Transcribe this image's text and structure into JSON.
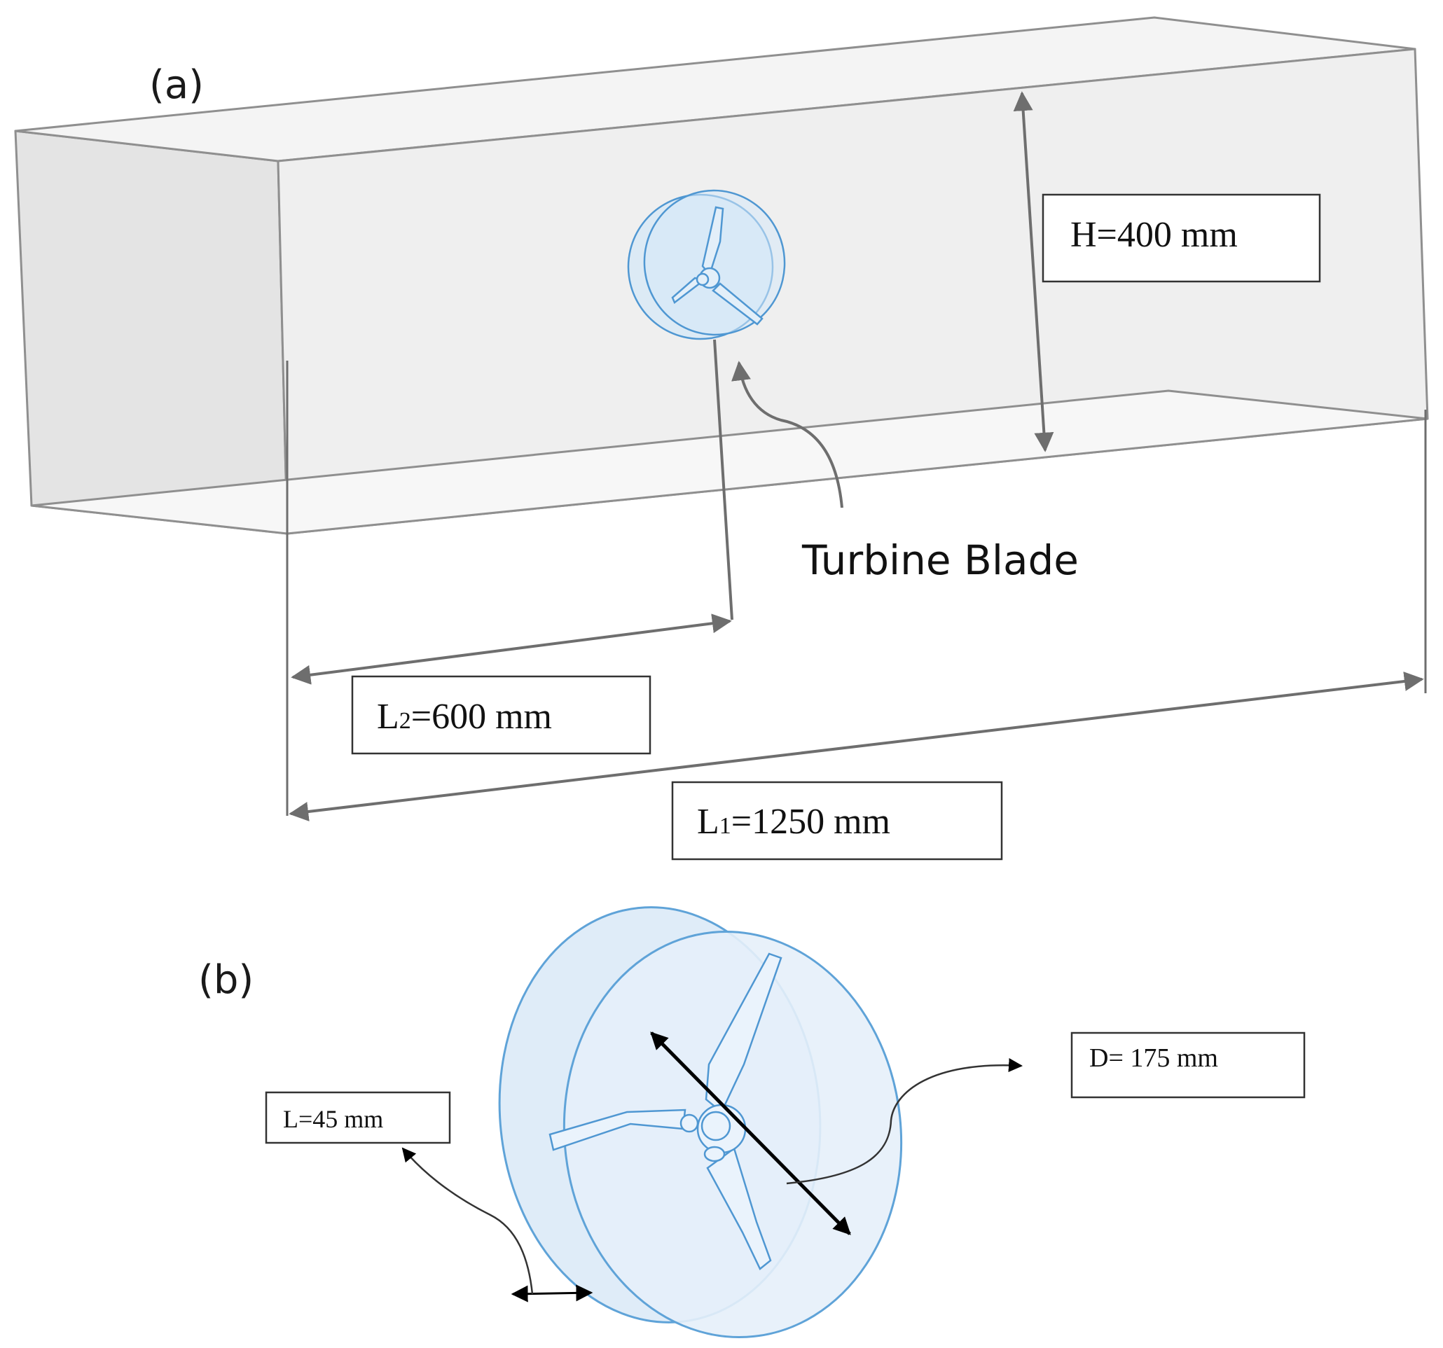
{
  "panel_a": {
    "label": "(a)",
    "height_dim": "H=400 mm",
    "l2_main": "L",
    "l2_sub": "2",
    "l2_rest": "=600 mm",
    "l1_main": "L",
    "l1_sub": "1",
    "l1_rest": "=1250 mm",
    "turbine_callout": "Turbine Blade"
  },
  "panel_b": {
    "label": "(b)",
    "diameter_dim": "D= 175 mm",
    "length_dim": "L=45 mm"
  },
  "colors": {
    "tunnel_edge": "#8f8f8f",
    "tunnel_fill": "#eeeeee",
    "dim_line": "#6e6e6e",
    "turbine_stroke": "#4f97d2",
    "turbine_fill": "#d6e8f7",
    "dark_arrow": "#000000"
  }
}
